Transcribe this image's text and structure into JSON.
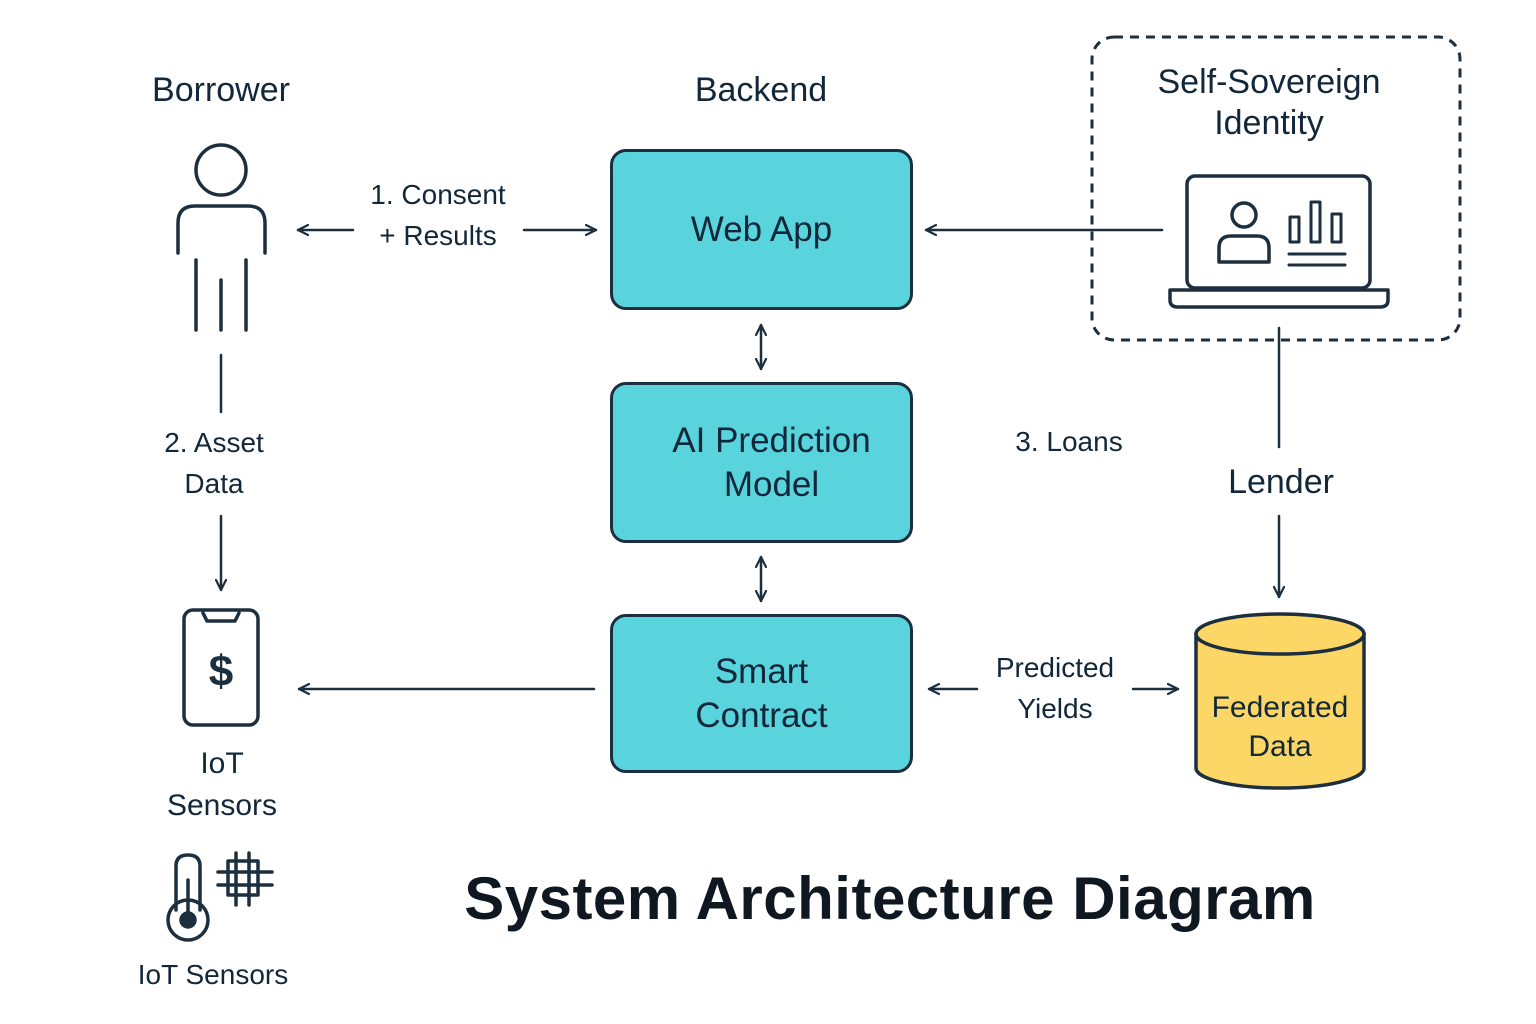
{
  "title": "System Architecture Diagram",
  "actors": {
    "borrower": "Borrower",
    "backend": "Backend",
    "ssi": [
      "Self-Sovereign",
      "Identity"
    ],
    "lender": "Lender",
    "iot_sensors": [
      "IoT",
      "Sensors"
    ],
    "iot_sensors_legend": "IoT Sensors"
  },
  "components": {
    "web_app": [
      "Web App"
    ],
    "ai_model": [
      "AI Prediction",
      "Model"
    ],
    "smart_contract": [
      "Smart",
      "Contract"
    ],
    "federated_data": [
      "Federated",
      "Data"
    ]
  },
  "edges": {
    "consent": [
      "1. Consent",
      "+ Results"
    ],
    "asset_data": [
      "2. Asset",
      "Data"
    ],
    "loans": "3. Loans",
    "predicted_yields": [
      "Predicted",
      "Yields"
    ]
  },
  "icons": {
    "borrower": "person-icon",
    "ssi": "laptop-dashboard-icon",
    "iot": "phone-dollar-icon",
    "sensors": "thermometer-chip-icon",
    "data": "database-cylinder-icon"
  },
  "colors": {
    "component_fill": "#5ad4dc",
    "data_fill": "#fcd766",
    "stroke": "#1c2f3f"
  }
}
